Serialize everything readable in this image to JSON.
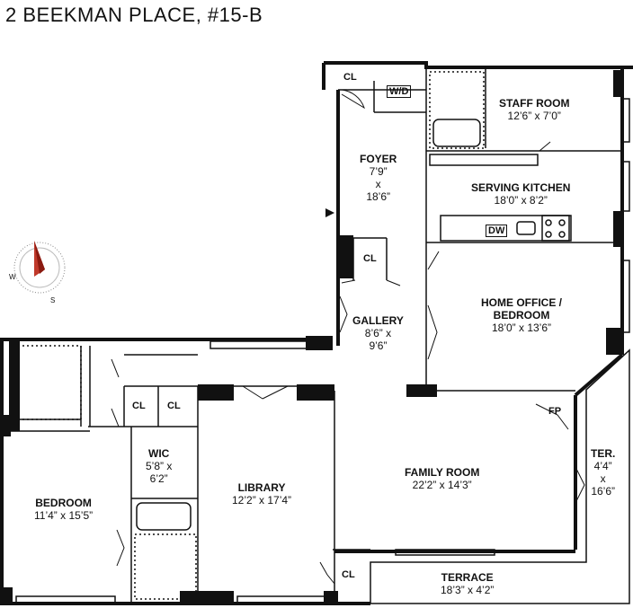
{
  "title": "2 BEEKMAN PLACE, #15-B",
  "rooms": {
    "staff_room": {
      "name": "STAFF ROOM",
      "dims": "12’6” x 7’0”"
    },
    "serving_kitchen": {
      "name": "SERVING KITCHEN",
      "dims": "18’0” x 8’2”"
    },
    "foyer": {
      "name": "FOYER",
      "dims_line1": "7’9”",
      "dims_line2": "x",
      "dims_line3": "18’6”"
    },
    "home_office": {
      "name_line1": "HOME OFFICE /",
      "name_line2": "BEDROOM",
      "dims": "18’0” x 13’6”"
    },
    "gallery": {
      "name": "GALLERY",
      "dims_line1": "8’6” x",
      "dims_line2": "9’6”"
    },
    "family_room": {
      "name": "FAMILY ROOM",
      "dims": "22’2” x 14’3”"
    },
    "terrace_small": {
      "name": "TER.",
      "dims_line1": "4’4”",
      "dims_line2": "x",
      "dims_line3": "16’6”"
    },
    "terrace": {
      "name": "TERRACE",
      "dims": "18’3” x 4’2”"
    },
    "library": {
      "name": "LIBRARY",
      "dims": "12’2” x 17’4”"
    },
    "wic": {
      "name": "WIC",
      "dims_line1": "5’8” x",
      "dims_line2": "6’2”"
    },
    "bedroom": {
      "name": "BEDROOM",
      "dims": "11’4” x 15’5”"
    }
  },
  "fixtures": {
    "cl": "CL",
    "wd": "W/D",
    "dw": "DW",
    "fp": "FP"
  },
  "compass": {
    "west": "W",
    "south": "S",
    "needle_color": "#c0392b"
  }
}
